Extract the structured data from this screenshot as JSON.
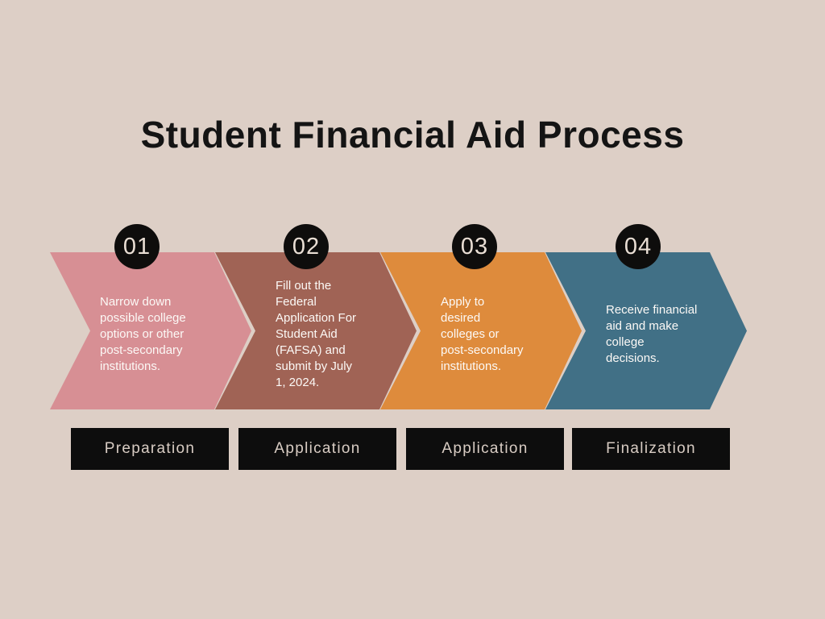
{
  "title": "Student Financial Aid Process",
  "palette": {
    "background": "#ddcfc6",
    "title_text": "#141414",
    "badge_background": "#0e0d0c",
    "badge_text": "#e9ded4",
    "label_background": "#0d0d0d",
    "label_text": "#d8ccc3",
    "step_text": "#fcf9f6"
  },
  "steps": [
    {
      "number": "01",
      "color": "#d78f94",
      "description": "Narrow down\npossible college\noptions or other\npost-secondary\ninstitutions.",
      "label": "Preparation"
    },
    {
      "number": "02",
      "color": "#a06355",
      "description": "Fill out the\nFederal\nApplication For\nStudent Aid\n(FAFSA) and\nsubmit by July\n1, 2024.",
      "label": "Application"
    },
    {
      "number": "03",
      "color": "#de8b3c",
      "description": "Apply to\ndesired\ncolleges or\npost-secondary\ninstitutions.",
      "label": "Application"
    },
    {
      "number": "04",
      "color": "#417086",
      "description": "Receive financial\naid and make\ncollege\ndecisions.",
      "label": "Finalization"
    }
  ]
}
